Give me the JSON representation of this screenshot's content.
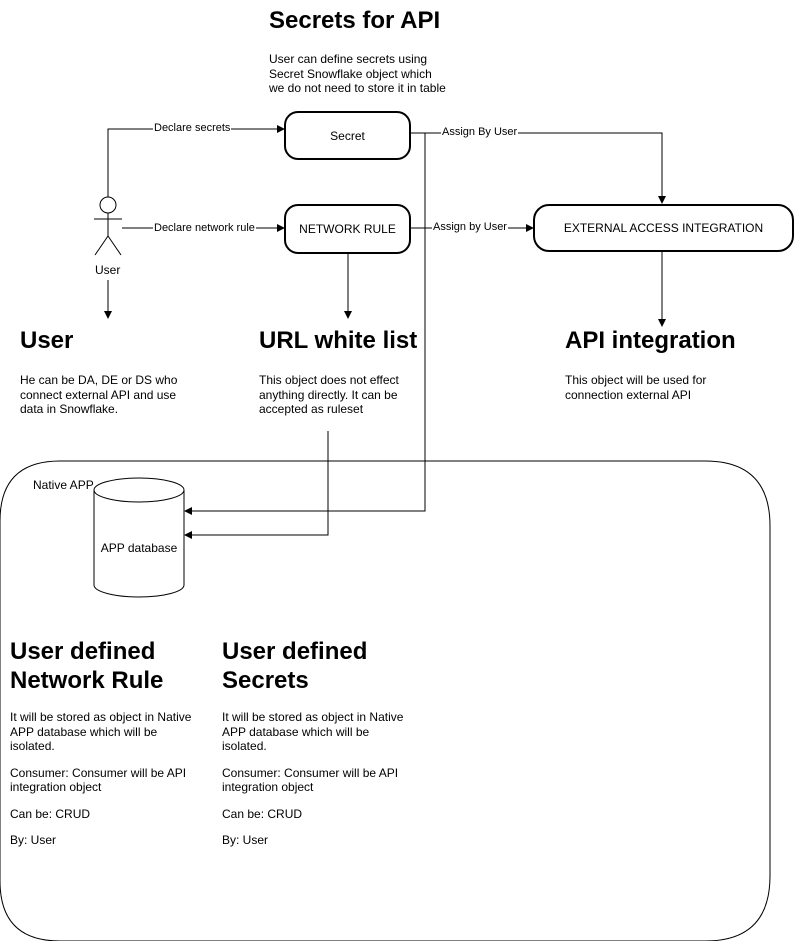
{
  "secrets_section": {
    "title": "Secrets for API",
    "desc": [
      "User can define secrets using",
      "Secret Snowflake object which",
      "we do not need to store it in table"
    ]
  },
  "nodes": {
    "secret": "Secret",
    "network_rule": "NETWORK RULE",
    "external_access": "EXTERNAL ACCESS INTEGRATION",
    "app_database": "APP database"
  },
  "actor": {
    "label": "User"
  },
  "edges": {
    "declare_secrets": "Declare secrets",
    "declare_network_rule": "Declare network rule",
    "assign_by_user_secret": "Assign By User",
    "assign_by_user_network": "Assign by User"
  },
  "user_section": {
    "title": "User",
    "desc": [
      "He can be DA, DE or DS who",
      "connect external API and use",
      "data in Snowflake."
    ]
  },
  "url_section": {
    "title": "URL white list",
    "desc": [
      "This object does not effect",
      "anything directly. It can be",
      "accepted as ruleset"
    ]
  },
  "api_section": {
    "title": "API integration",
    "desc": [
      "This object will be used for",
      "connection external API"
    ]
  },
  "native_app": {
    "label": "Native APP"
  },
  "network_rule_block": {
    "title_1": "User defined",
    "title_2": "Network Rule",
    "stored": [
      "It will be stored as object in Native",
      "APP database which will be",
      "isolated."
    ],
    "consumer": [
      "Consumer: Consumer will be API",
      "integration object"
    ],
    "crud": "Can be: CRUD",
    "by": "By: User"
  },
  "secrets_block": {
    "title_1": "User defined",
    "title_2": "Secrets",
    "stored": [
      "It will be stored as object in Native",
      "APP database which will be",
      "isolated."
    ],
    "consumer": [
      "Consumer: Consumer will be API",
      "integration object"
    ],
    "crud": "Can be: CRUD",
    "by": "By: User"
  }
}
